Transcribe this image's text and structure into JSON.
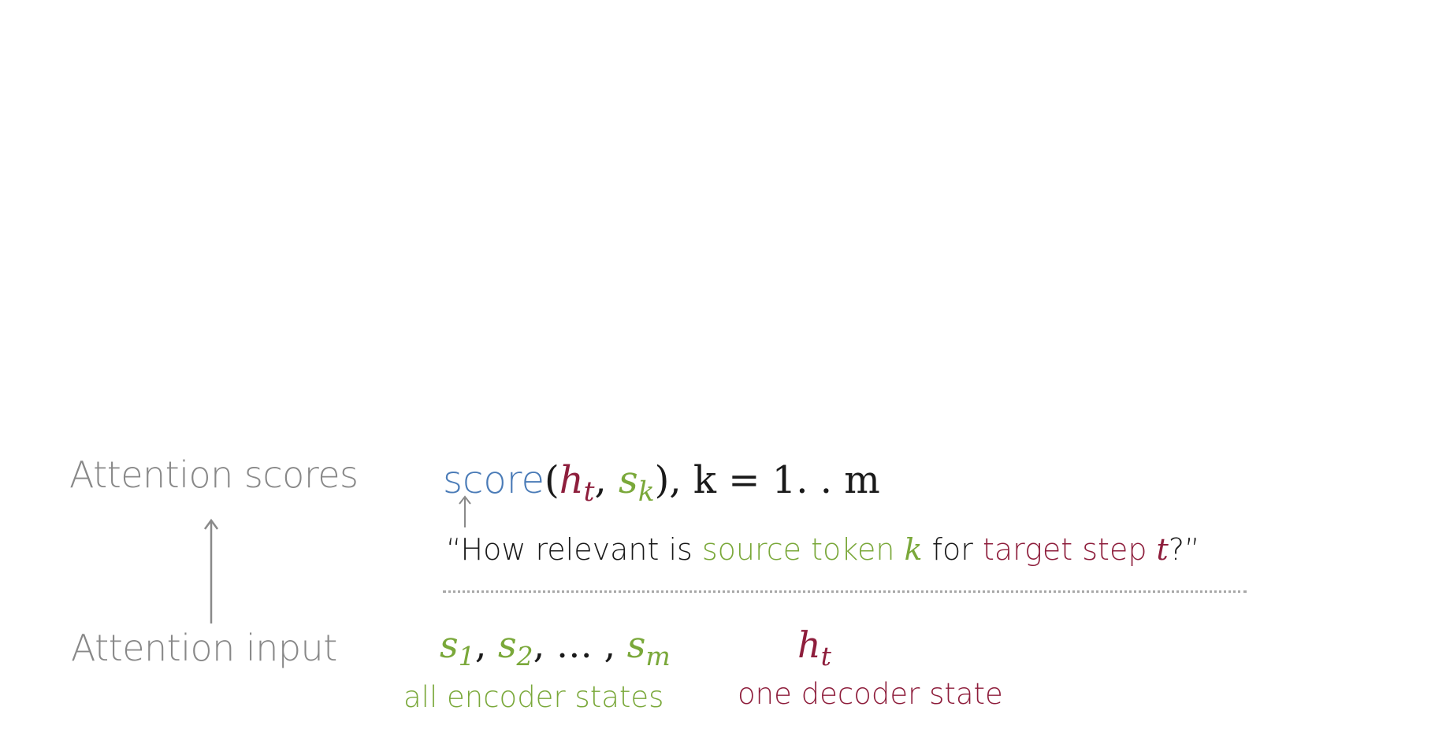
{
  "labels": {
    "scores": "Attention scores",
    "input": "Attention input"
  },
  "score_formula": {
    "fn": "score",
    "open": "(",
    "h": "h",
    "h_sub": "t",
    "comma": ", ",
    "s": "s",
    "s_sub": "k",
    "close": "),",
    "range": " k = 1. . m"
  },
  "question": {
    "open_quote": "“How relevant is ",
    "source_part": "source token ",
    "source_var": "k",
    "middle": " for ",
    "target_part": "target step ",
    "target_var": "t",
    "end": "?”"
  },
  "encoder": {
    "s1": "s",
    "s1_sub": "1",
    "sep1": ", ",
    "s2": "s",
    "s2_sub": "2",
    "sep2": ", … , ",
    "sm": "s",
    "sm_sub": "m",
    "caption": "all encoder states"
  },
  "decoder": {
    "h": "h",
    "h_sub": "t",
    "caption": "one decoder state"
  },
  "colors": {
    "label_gray": "#888888",
    "score_blue": "#4a7bb7",
    "encoder_green": "#7aa83a",
    "decoder_red": "#8e1e3c",
    "text_dark": "#1a1a1a"
  }
}
